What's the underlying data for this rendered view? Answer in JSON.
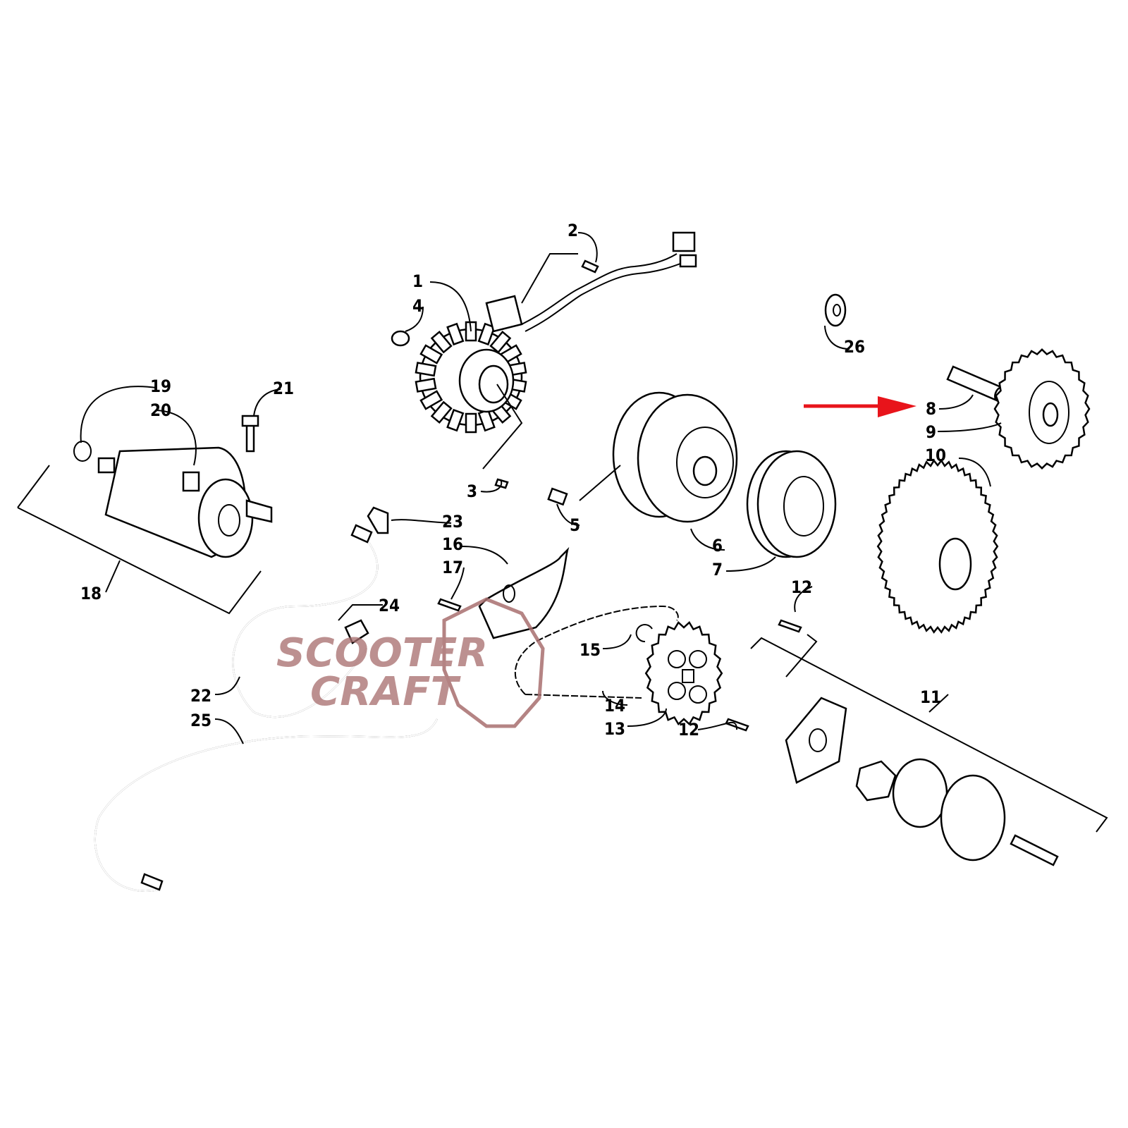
{
  "diagram": {
    "callouts": [
      "1",
      "2",
      "3",
      "4",
      "5",
      "6",
      "7",
      "8",
      "9",
      "10",
      "11",
      "12",
      "12",
      "13",
      "14",
      "15",
      "16",
      "17",
      "18",
      "19",
      "20",
      "21",
      "22",
      "23",
      "24",
      "25",
      "26"
    ],
    "highlighted_part": "8",
    "arrow_color": "#e8141b",
    "watermark": {
      "line1": "SCOOTER",
      "line2": "CRAFT",
      "color": "#a86e6e"
    }
  }
}
